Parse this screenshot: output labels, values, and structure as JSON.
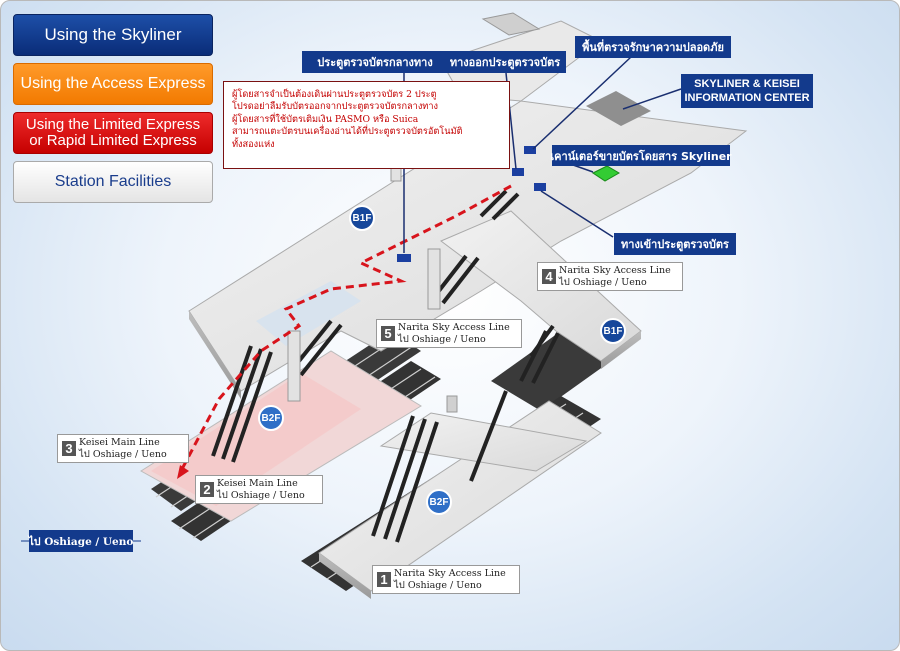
{
  "nav": {
    "skyliner": "Using the Skyliner",
    "access_express": "Using the Access Express",
    "limited_express": [
      "Using the Limited Express",
      "or Rapid Limited Express"
    ],
    "station_facilities": "Station Facilities"
  },
  "callouts": {
    "central_gate": "ประตูตรวจบัตรกลางทาง",
    "exit_gate": "ทางออกประตูตรวจบัตร",
    "security_area": "พื้นที่ตรวจรักษาความปลอดภัย",
    "info_center": [
      "SKYLINER & KEISEI",
      "INFORMATION CENTER"
    ],
    "ticket_counter": "เคาน์เตอร์ขายบัตรโดยสาร Skyliner",
    "entrance_gate": "ทางเข้าประตูตรวจบัตร",
    "to_oshiage_ueno": "ไป Oshiage / Ueno"
  },
  "notice": [
    "ผู้โดยสารจำเป็นต้องเดินผ่านประตูตรวจบัตร 2 ประตู",
    "โปรดอย่าลืมรับบัตรออกจากประตูตรวจบัตรกลางทาง",
    "ผู้โดยสารที่ใช้บัตรเติมเงิน PASMO หรือ Suica",
    "สามารถแตะบัตรบนเครื่องอ่านได้ที่ประตูตรวจบัตรอัตโนมัติ",
    "ทั้งสองแห่ง"
  ],
  "floors": {
    "b1f": "B1F",
    "b2f": "B2F"
  },
  "platforms": [
    {
      "num": "1",
      "line": "Narita Sky Access Line",
      "dest": "ไป Oshiage / Ueno"
    },
    {
      "num": "2",
      "line": "Keisei Main Line",
      "dest": "ไป Oshiage / Ueno"
    },
    {
      "num": "3",
      "line": "Keisei Main Line",
      "dest": "ไป Oshiage / Ueno"
    },
    {
      "num": "4",
      "line": "Narita Sky Access Line",
      "dest": "ไป Oshiage / Ueno"
    },
    {
      "num": "5",
      "line": "Narita Sky Access Line",
      "dest": "ไป Oshiage / Ueno"
    }
  ],
  "colors": {
    "navy": "#133a8c",
    "route_red": "#d8141c",
    "floor": "#e6e6e6",
    "track": "#3a3a3a",
    "highlight_pink": "#f5c8c8",
    "counter_green": "#33cc33"
  }
}
